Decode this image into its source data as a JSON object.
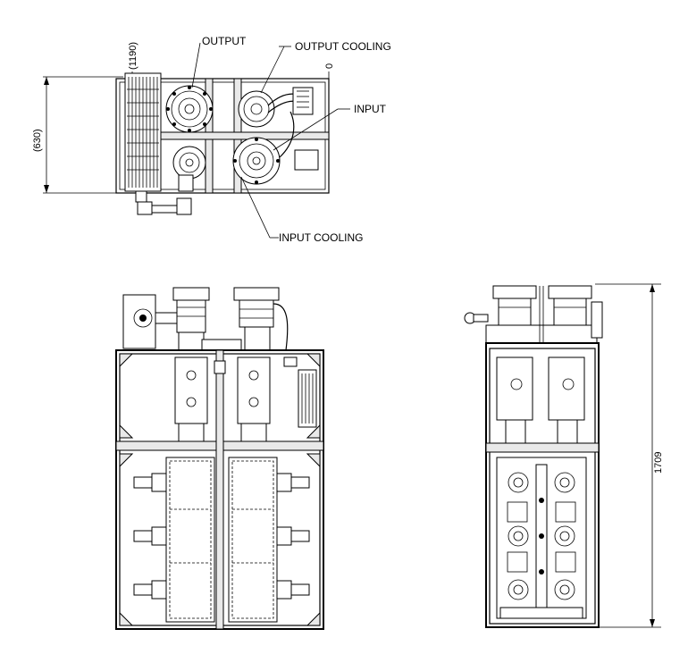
{
  "labels": {
    "output": "OUTPUT",
    "output_cooling": "OUTPUT COOLING",
    "input": "INPUT",
    "input_cooling": "INPUT COOLING"
  },
  "dimensions": {
    "top_width": "(1190)",
    "zero": "0",
    "top_depth": "(630)",
    "height": "1709"
  },
  "colors": {
    "line": "#000000",
    "background": "#ffffff"
  }
}
